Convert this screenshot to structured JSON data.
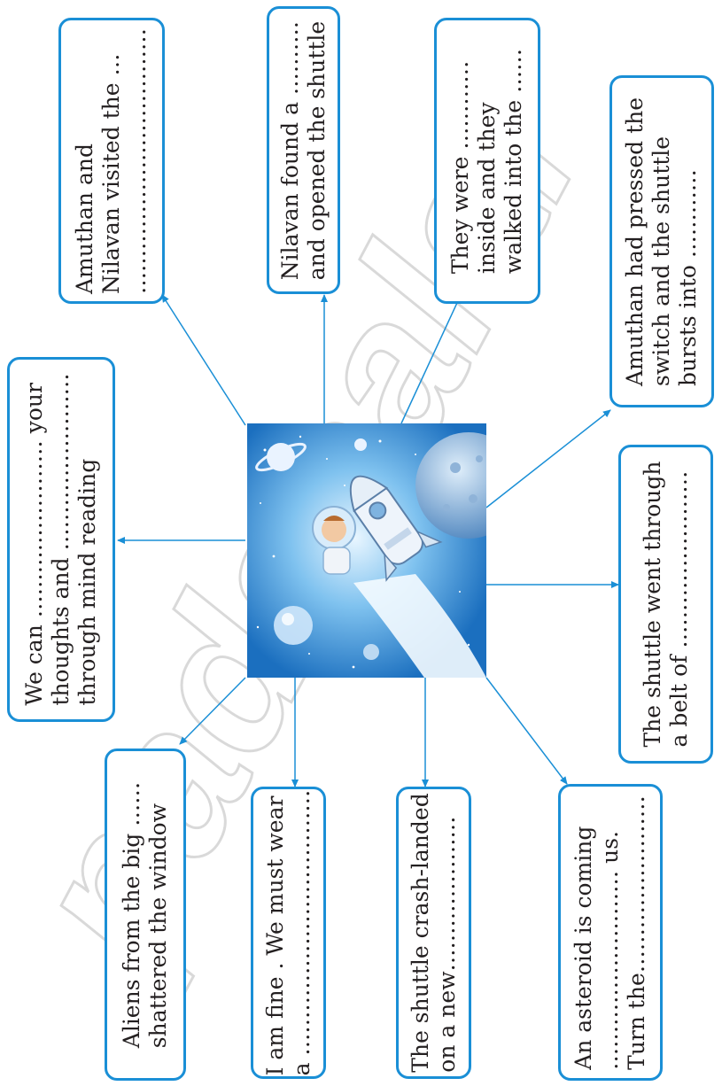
{
  "watermark": "padasalai",
  "boxes": [
    {
      "id": "mind-reading",
      "text": "We can …………………… your\nthoughts and ……………………\nthrough mind reading"
    },
    {
      "id": "visited",
      "text": "Amuthan and\nNilavan visited the …\n………………………………"
    },
    {
      "id": "found",
      "text": "Nilavan found a ……….\nand opened the shuttle"
    },
    {
      "id": "inside",
      "text": "They were …………\ninside and they\nwalked into the ……"
    },
    {
      "id": "pressed",
      "text": "Amuthan had pressed the\nswitch and the shuttle\nbursts into …………"
    },
    {
      "id": "belt",
      "text": "The shuttle went through\na belt of ……………………"
    },
    {
      "id": "aliens",
      "text": "Aliens from the big ……\nshattered the window"
    },
    {
      "id": "wear",
      "text": "I am fine . We must wear\na ………………………………"
    },
    {
      "id": "crash",
      "text": "The shuttle crash-landed\non a new…………………"
    },
    {
      "id": "asteroid",
      "text": "An asteroid is coming\n……………………… us.\nTurn the……………………"
    }
  ],
  "colors": {
    "border": "#1a8fd6",
    "arrow": "#1a8fd6",
    "space": "#1b78c9",
    "watermark": "#d9d9d9"
  }
}
